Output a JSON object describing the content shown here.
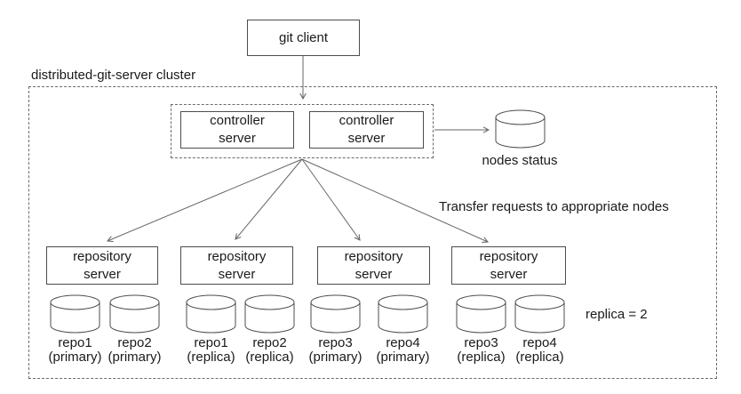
{
  "diagram": {
    "client_label": "git client",
    "cluster_label": "distributed-git-server cluster",
    "controller_label": "controller\nserver",
    "repository_label": "repository\nserver",
    "nodes_status_label": "nodes status",
    "transfer_note": "Transfer requests to appropriate nodes",
    "replica_note": "replica = 2",
    "line_color": "#666666",
    "border_color": "#4d4d4d",
    "repo_servers": [
      {
        "repos": [
          {
            "name": "repo1",
            "role": "(primary)"
          },
          {
            "name": "repo2",
            "role": "(primary)"
          }
        ]
      },
      {
        "repos": [
          {
            "name": "repo1",
            "role": "(replica)"
          },
          {
            "name": "repo2",
            "role": "(replica)"
          }
        ]
      },
      {
        "repos": [
          {
            "name": "repo3",
            "role": "(primary)"
          },
          {
            "name": "repo4",
            "role": "(primary)"
          }
        ]
      },
      {
        "repos": [
          {
            "name": "repo3",
            "role": "(replica)"
          },
          {
            "name": "repo4",
            "role": "(replica)"
          }
        ]
      }
    ]
  }
}
